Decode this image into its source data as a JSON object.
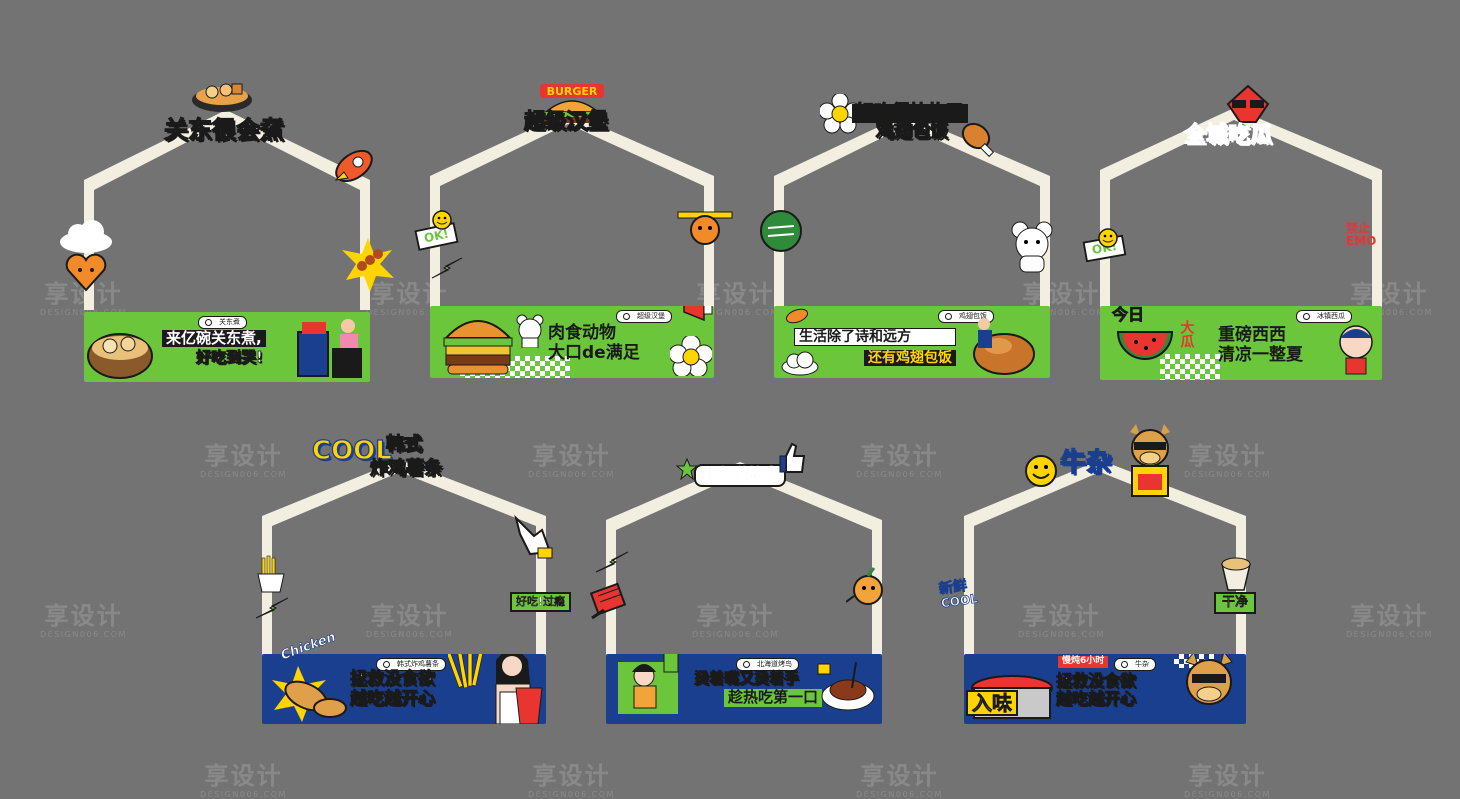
{
  "watermark": {
    "text": "享设计",
    "sub": "DESIGN006.COM"
  },
  "stalls": [
    {
      "id": "guandong",
      "title": "关东很会煮",
      "search": "关东煮",
      "slogan": [
        "来亿碗关东煮,",
        "好吃到哭!"
      ]
    },
    {
      "id": "burger",
      "logo": "BURGER",
      "title": "超级汉堡",
      "search": "超级汉堡",
      "slogan": [
        "肉食动物",
        "大口de满足"
      ],
      "sticker": "OK!"
    },
    {
      "id": "chicken-rice",
      "title": [
        "好吃得快炸了",
        "鸡翅包饭"
      ],
      "search": "鸡翅包饭",
      "slogan": [
        "生活除了诗和远方",
        "还有鸡翅包饭"
      ]
    },
    {
      "id": "watermelon",
      "title": "全城吃瓜",
      "search": "冰镇西瓜",
      "slogan": [
        "重磅西西",
        "清凉一整夏"
      ],
      "badge": "今日",
      "badge2": "大瓜",
      "sticker": "OK!",
      "sticker2": [
        "禁止",
        "EMO"
      ]
    },
    {
      "id": "korean-chicken",
      "title": [
        "COOL",
        "韩式",
        "炸鸡薯条"
      ],
      "search": "韩式炸鸡薯条",
      "slogan": [
        "拯救没食欲",
        "越吃越开心"
      ],
      "sticker": "好吃!过瘾",
      "chicken_word": "Chicken"
    },
    {
      "id": "hokkaido",
      "title": "北海道烤鸟",
      "search": "北海道烤鸟",
      "slogan": [
        "烫着嘴又烫着手",
        "趁热吃第一口"
      ]
    },
    {
      "id": "beef-offal",
      "title": "牛杂",
      "search": "牛杂",
      "tag": "慢炖6小时",
      "slogan": [
        "拯救没食欲",
        "越吃越开心"
      ],
      "badge": "入味",
      "sticker": [
        "新鲜",
        "COOL"
      ],
      "sticker2": "干净"
    }
  ],
  "colors": {
    "background": "#737373",
    "frame": "#f2efe1",
    "green": "#6cc63c",
    "blue": "#1b3f8f",
    "yellow": "#ffd400",
    "red": "#e9352f",
    "dark": "#1a1a1a"
  },
  "icons": [
    "bowl-icon",
    "rocket-icon",
    "cloud-icon",
    "heart-icon",
    "skewer-icon",
    "burger-icon",
    "smiley-icon",
    "flower-icon",
    "megaphone-icon",
    "teddy-bear-icon",
    "chicken-leg-icon",
    "watermelon-icon",
    "sunglasses-icon",
    "fries-icon",
    "thumbs-up-icon",
    "lightning-icon",
    "bull-mascot-icon"
  ]
}
